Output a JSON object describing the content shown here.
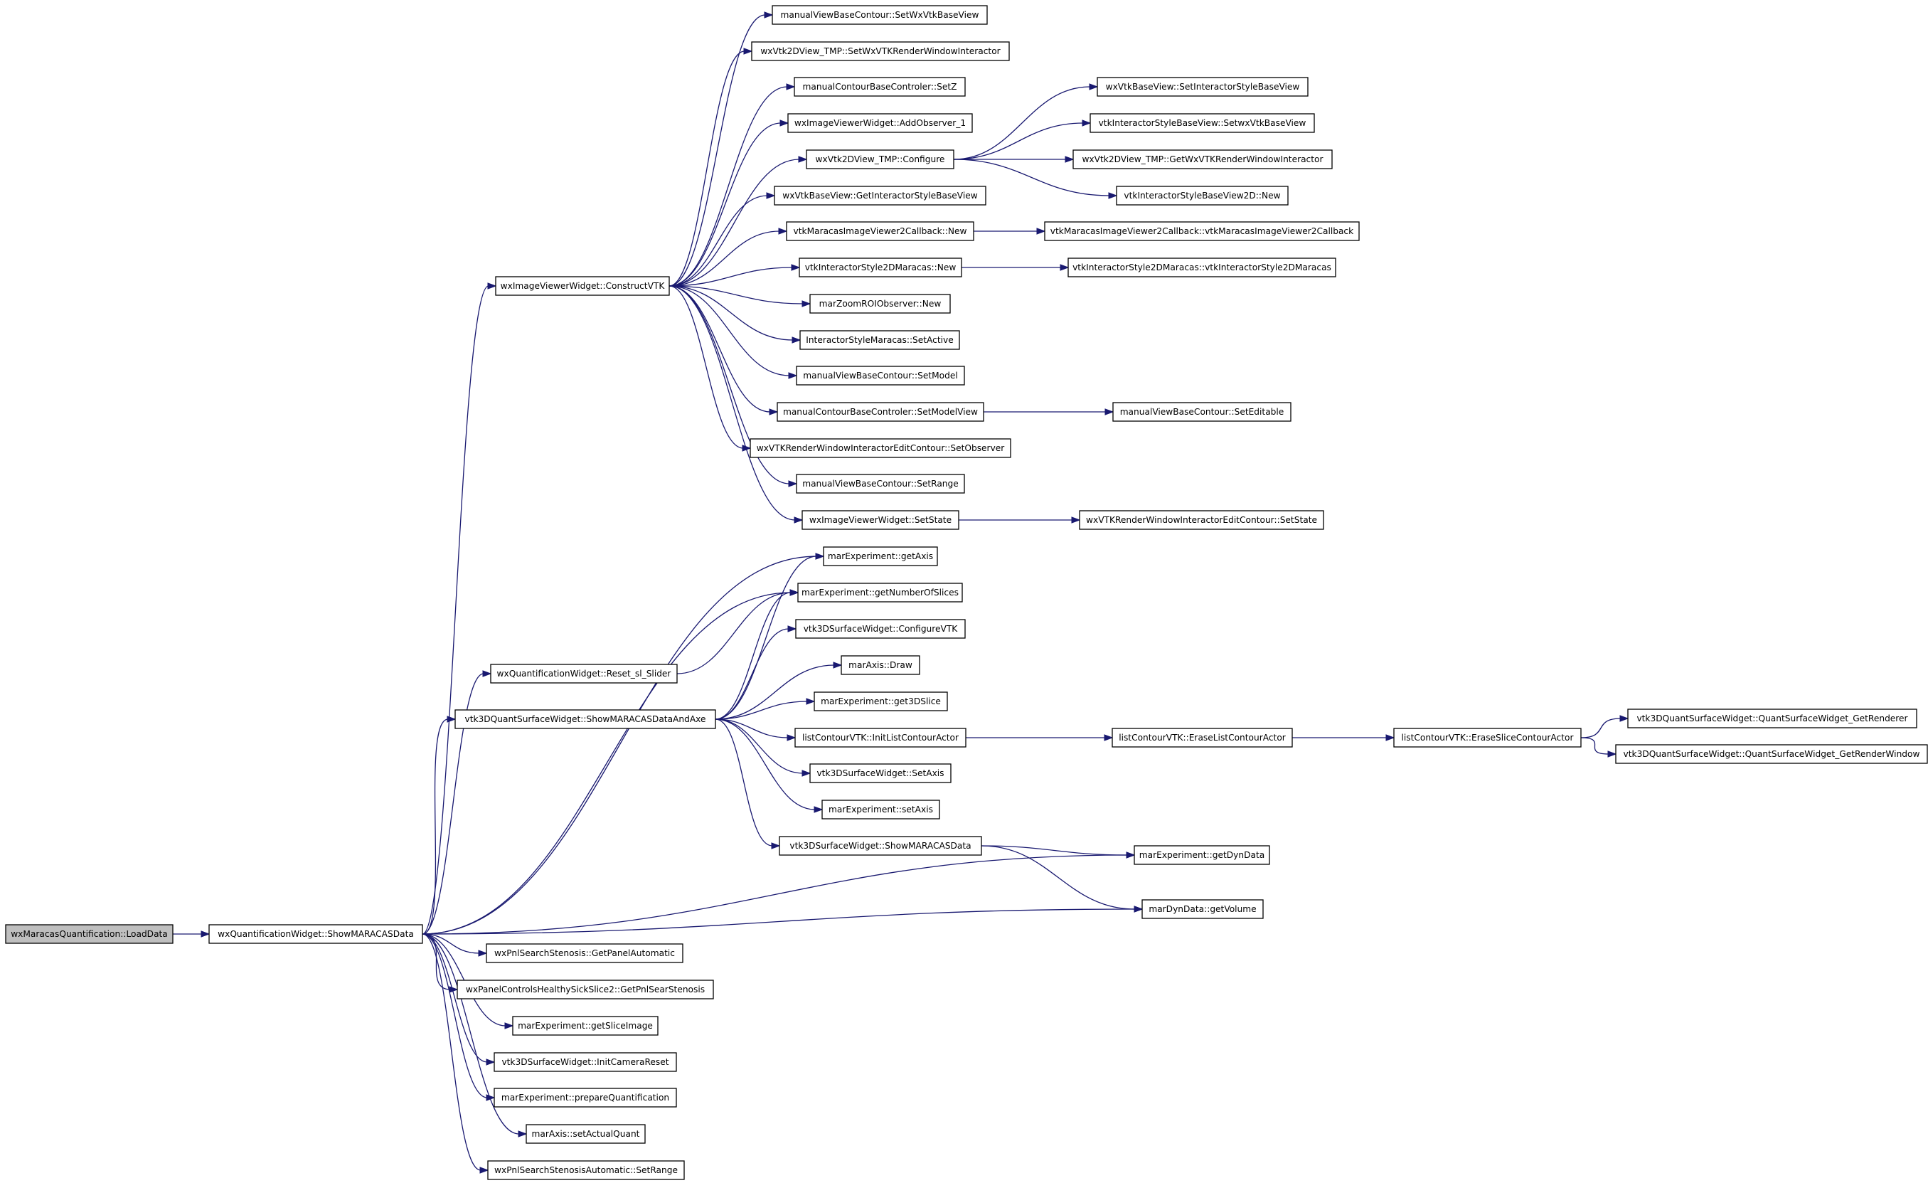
{
  "nodes": [
    {
      "id": "n0",
      "label": "wxMaracasQuantification::LoadData",
      "root": true
    },
    {
      "id": "n1",
      "label": "wxQuantificationWidget::ShowMARACASData"
    },
    {
      "id": "n2",
      "label": "wxImageViewerWidget::ConstructVTK"
    },
    {
      "id": "n3",
      "label": "manualViewBaseContour::SetWxVtkBaseView"
    },
    {
      "id": "n4",
      "label": "wxVtk2DView_TMP::SetWxVTKRenderWindowInteractor"
    },
    {
      "id": "n5",
      "label": "manualContourBaseControler::SetZ"
    },
    {
      "id": "n6",
      "label": "wxImageViewerWidget::AddObserver_1"
    },
    {
      "id": "n7",
      "label": "wxVtk2DView_TMP::Configure"
    },
    {
      "id": "n8",
      "label": "wxVtkBaseView::SetInteractorStyleBaseView"
    },
    {
      "id": "n9",
      "label": "vtkInteractorStyleBaseView::SetwxVtkBaseView"
    },
    {
      "id": "n10",
      "label": "wxVtk2DView_TMP::GetWxVTKRenderWindowInteractor"
    },
    {
      "id": "n11",
      "label": "vtkInteractorStyleBaseView2D::New"
    },
    {
      "id": "n12",
      "label": "wxVtkBaseView::GetInteractorStyleBaseView"
    },
    {
      "id": "n13",
      "label": "vtkMaracasImageViewer2Callback::New"
    },
    {
      "id": "n14",
      "label": "vtkMaracasImageViewer2Callback::vtkMaracasImageViewer2Callback"
    },
    {
      "id": "n15",
      "label": "vtkInteractorStyle2DMaracas::New"
    },
    {
      "id": "n16",
      "label": "vtkInteractorStyle2DMaracas::vtkInteractorStyle2DMaracas"
    },
    {
      "id": "n17",
      "label": "marZoomROIObserver::New"
    },
    {
      "id": "n18",
      "label": "InteractorStyleMaracas::SetActive"
    },
    {
      "id": "n19",
      "label": "manualViewBaseContour::SetModel"
    },
    {
      "id": "n20",
      "label": "manualContourBaseControler::SetModelView"
    },
    {
      "id": "n21",
      "label": "manualViewBaseContour::SetEditable"
    },
    {
      "id": "n22",
      "label": "wxVTKRenderWindowInteractorEditContour::SetObserver"
    },
    {
      "id": "n23",
      "label": "manualViewBaseContour::SetRange"
    },
    {
      "id": "n24",
      "label": "wxImageViewerWidget::SetState"
    },
    {
      "id": "n25",
      "label": "wxVTKRenderWindowInteractorEditContour::SetState"
    },
    {
      "id": "n26",
      "label": "marExperiment::getAxis"
    },
    {
      "id": "n27",
      "label": "marExperiment::getNumberOfSlices"
    },
    {
      "id": "n28",
      "label": "vtk3DSurfaceWidget::ConfigureVTK"
    },
    {
      "id": "n29",
      "label": "wxQuantificationWidget::Reset_sl_Slider"
    },
    {
      "id": "n30",
      "label": "marAxis::Draw"
    },
    {
      "id": "n31",
      "label": "marExperiment::get3DSlice"
    },
    {
      "id": "n32",
      "label": "vtk3DQuantSurfaceWidget::ShowMARACASDataAndAxe"
    },
    {
      "id": "n33",
      "label": "listContourVTK::InitListContourActor"
    },
    {
      "id": "n34",
      "label": "listContourVTK::EraseListContourActor"
    },
    {
      "id": "n35",
      "label": "listContourVTK::EraseSliceContourActor"
    },
    {
      "id": "n36",
      "label": "vtk3DQuantSurfaceWidget::QuantSurfaceWidget_GetRenderer"
    },
    {
      "id": "n37",
      "label": "vtk3DQuantSurfaceWidget::QuantSurfaceWidget_GetRenderWindow"
    },
    {
      "id": "n38",
      "label": "vtk3DSurfaceWidget::SetAxis"
    },
    {
      "id": "n39",
      "label": "marExperiment::setAxis"
    },
    {
      "id": "n40",
      "label": "vtk3DSurfaceWidget::ShowMARACASData"
    },
    {
      "id": "n41",
      "label": "marExperiment::getDynData"
    },
    {
      "id": "n42",
      "label": "marDynData::getVolume"
    },
    {
      "id": "n43",
      "label": "wxPnlSearchStenosis::GetPanelAutomatic"
    },
    {
      "id": "n44",
      "label": "wxPanelControlsHealthySickSlice2::GetPnlSearStenosis"
    },
    {
      "id": "n45",
      "label": "marExperiment::getSliceImage"
    },
    {
      "id": "n46",
      "label": "vtk3DSurfaceWidget::InitCameraReset"
    },
    {
      "id": "n47",
      "label": "marExperiment::prepareQuantification"
    },
    {
      "id": "n48",
      "label": "marAxis::setActualQuant"
    },
    {
      "id": "n49",
      "label": "wxPnlSearchStenosisAutomatic::SetRange"
    }
  ],
  "edges": [
    [
      "n0",
      "n1"
    ],
    [
      "n1",
      "n2"
    ],
    [
      "n1",
      "n26"
    ],
    [
      "n1",
      "n27"
    ],
    [
      "n1",
      "n29"
    ],
    [
      "n1",
      "n32"
    ],
    [
      "n1",
      "n41"
    ],
    [
      "n1",
      "n42"
    ],
    [
      "n1",
      "n43"
    ],
    [
      "n1",
      "n44"
    ],
    [
      "n1",
      "n45"
    ],
    [
      "n1",
      "n46"
    ],
    [
      "n1",
      "n47"
    ],
    [
      "n1",
      "n48"
    ],
    [
      "n1",
      "n49"
    ],
    [
      "n2",
      "n3"
    ],
    [
      "n2",
      "n4"
    ],
    [
      "n2",
      "n5"
    ],
    [
      "n2",
      "n6"
    ],
    [
      "n2",
      "n7"
    ],
    [
      "n2",
      "n12"
    ],
    [
      "n2",
      "n13"
    ],
    [
      "n2",
      "n15"
    ],
    [
      "n2",
      "n17"
    ],
    [
      "n2",
      "n18"
    ],
    [
      "n2",
      "n19"
    ],
    [
      "n2",
      "n20"
    ],
    [
      "n2",
      "n22"
    ],
    [
      "n2",
      "n23"
    ],
    [
      "n2",
      "n24"
    ],
    [
      "n7",
      "n8"
    ],
    [
      "n7",
      "n9"
    ],
    [
      "n7",
      "n10"
    ],
    [
      "n7",
      "n11"
    ],
    [
      "n13",
      "n14"
    ],
    [
      "n15",
      "n16"
    ],
    [
      "n20",
      "n21"
    ],
    [
      "n24",
      "n25"
    ],
    [
      "n29",
      "n27"
    ],
    [
      "n32",
      "n26"
    ],
    [
      "n32",
      "n27"
    ],
    [
      "n32",
      "n28"
    ],
    [
      "n32",
      "n30"
    ],
    [
      "n32",
      "n31"
    ],
    [
      "n32",
      "n33"
    ],
    [
      "n32",
      "n38"
    ],
    [
      "n32",
      "n39"
    ],
    [
      "n32",
      "n40"
    ],
    [
      "n33",
      "n34"
    ],
    [
      "n34",
      "n35"
    ],
    [
      "n35",
      "n36"
    ],
    [
      "n35",
      "n37"
    ],
    [
      "n40",
      "n41"
    ],
    [
      "n40",
      "n42"
    ]
  ]
}
